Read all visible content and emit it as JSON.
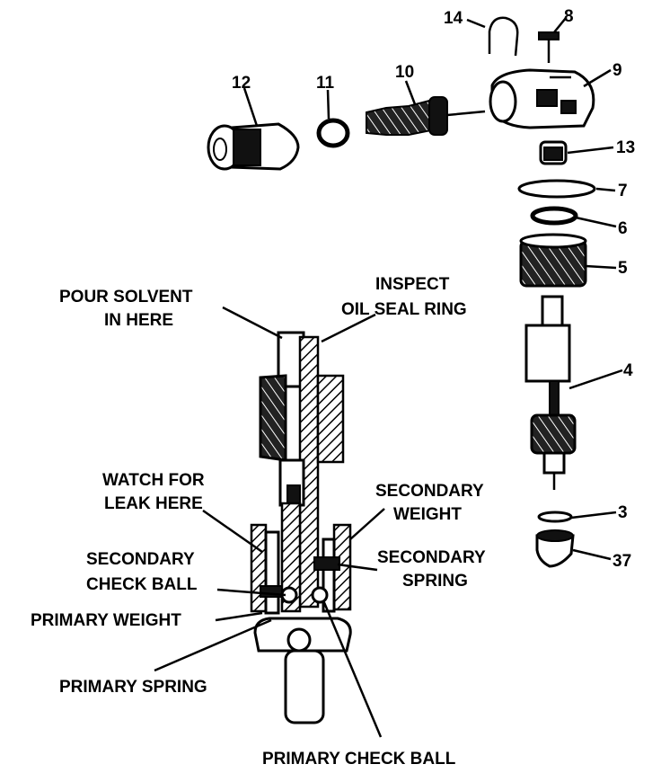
{
  "part_numbers": {
    "n14": "14",
    "n8": "8",
    "n9": "9",
    "n12": "12",
    "n11": "11",
    "n10": "10",
    "n13": "13",
    "n7": "7",
    "n6": "6",
    "n5": "5",
    "n4": "4",
    "n3": "3",
    "n37": "37"
  },
  "callouts": {
    "pour_solvent_1": "POUR SOLVENT",
    "pour_solvent_2": "IN HERE",
    "inspect_1": "INSPECT",
    "inspect_2": "OIL SEAL RING",
    "watch_1": "WATCH FOR",
    "watch_2": "LEAK HERE",
    "sec_weight_1": "SECONDARY",
    "sec_weight_2": "WEIGHT",
    "sec_ball_1": "SECONDARY",
    "sec_ball_2": "CHECK BALL",
    "sec_spring_1": "SECONDARY",
    "sec_spring_2": "SPRING",
    "primary_weight": "PRIMARY WEIGHT",
    "primary_spring": "PRIMARY SPRING",
    "primary_check_ball": "PRIMARY CHECK BALL"
  }
}
